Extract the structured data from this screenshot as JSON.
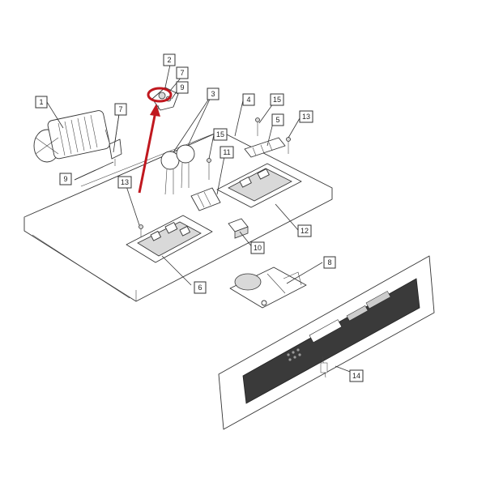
{
  "callouts": [
    {
      "id": "c1",
      "label": "1"
    },
    {
      "id": "c2",
      "label": "2"
    },
    {
      "id": "c3",
      "label": "3"
    },
    {
      "id": "c4",
      "label": "4"
    },
    {
      "id": "c5",
      "label": "5"
    },
    {
      "id": "c6",
      "label": "6"
    },
    {
      "id": "c7a",
      "label": "7"
    },
    {
      "id": "c7b",
      "label": "7"
    },
    {
      "id": "c8",
      "label": "8"
    },
    {
      "id": "c9a",
      "label": "9"
    },
    {
      "id": "c9b",
      "label": "9"
    },
    {
      "id": "c10",
      "label": "10"
    },
    {
      "id": "c11",
      "label": "11"
    },
    {
      "id": "c12",
      "label": "12"
    },
    {
      "id": "c13a",
      "label": "13"
    },
    {
      "id": "c13b",
      "label": "13"
    },
    {
      "id": "c14",
      "label": "14"
    },
    {
      "id": "c15a",
      "label": "15"
    },
    {
      "id": "c15b",
      "label": "15"
    }
  ],
  "colors": {
    "highlight": "#c0181f",
    "line": "#333333",
    "panel_dark": "#2b2b2b"
  }
}
